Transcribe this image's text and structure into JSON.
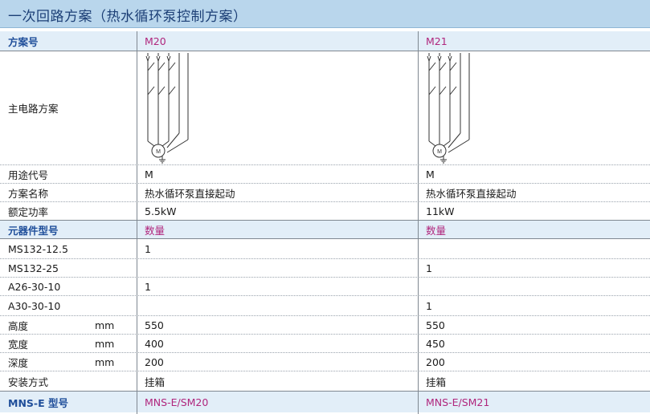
{
  "title": "一次回路方案（热水循环泵控制方案）",
  "columns": {
    "c1": "方案号",
    "c2": "M20",
    "c3": "M21"
  },
  "main_circuit_label": "主电路方案",
  "motor_symbol": "M",
  "rows_top": [
    {
      "label": "用途代号",
      "m20": "M",
      "m21": "M"
    },
    {
      "label": "方案名称",
      "m20": "热水循环泵直接起动",
      "m21": "热水循环泵直接起动"
    },
    {
      "label": "额定功率",
      "m20": "5.5kW",
      "m21": "11kW"
    }
  ],
  "component_header": {
    "label": "元器件型号",
    "m20": "数量",
    "m21": "数量"
  },
  "components": [
    {
      "label": "MS132-12.5",
      "m20": "1",
      "m21": ""
    },
    {
      "label": "MS132-25",
      "m20": "",
      "m21": "1"
    },
    {
      "label": "A26-30-10",
      "m20": "1",
      "m21": ""
    },
    {
      "label": "A30-30-10",
      "m20": "",
      "m21": "1"
    }
  ],
  "dimensions": [
    {
      "label": "高度",
      "unit": "mm",
      "m20": "550",
      "m21": "550"
    },
    {
      "label": "宽度",
      "unit": "mm",
      "m20": "400",
      "m21": "450"
    },
    {
      "label": "深度",
      "unit": "mm",
      "m20": "200",
      "m21": "200"
    }
  ],
  "install": {
    "label": "安装方式",
    "m20": "挂箱",
    "m21": "挂箱"
  },
  "model_row": {
    "label": "MNS-E 型号",
    "m20": "MNS-E/SM20",
    "m21": "MNS-E/SM21"
  },
  "colors": {
    "header_bg": "#b9d6ec",
    "band_bg": "#e2eef8",
    "blue": "#1f4e9a",
    "magenta": "#b0267d"
  }
}
